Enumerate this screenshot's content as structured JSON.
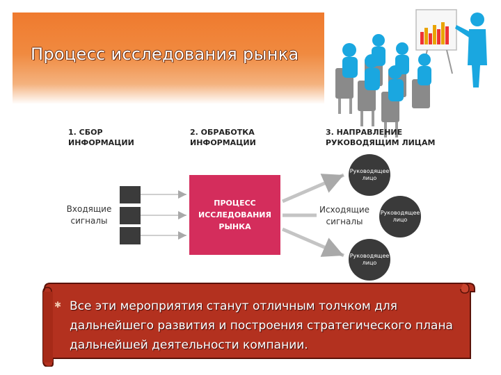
{
  "title": "Процесс исследования рынка",
  "diagram": {
    "step1": "1. СБОР\nИНФОРМАЦИИ",
    "step2": "2. ОБРАБОТКА\nИНФОРМАЦИИ",
    "step3": "3. НАПРАВЛЕНИЕ\nРУКОВОДЯЩИМ ЛИЦАМ",
    "input_label": "Входящие\nсигналы",
    "center": "ПРОЦЕСС\nИССЛЕДОВАНИЯ\nРЫНКА",
    "output_label": "Исходящие\nсигналы",
    "managers": [
      "Руководящее\nлицо",
      "Руководящее\nлицо",
      "Руководящее\nлицо"
    ]
  },
  "scroll_text": "Все эти мероприятия станут отличным толчком для дальнейшего развития и построения стратегического плана дальнейшей деятельности компании.",
  "colors": {
    "banner": "#ef7a2e",
    "process_box": "#d42d5c",
    "scroll": "#b3311f",
    "people": "#1aa7e0"
  },
  "icons": [
    "presentation-people-illustration",
    "bullet-icon"
  ]
}
